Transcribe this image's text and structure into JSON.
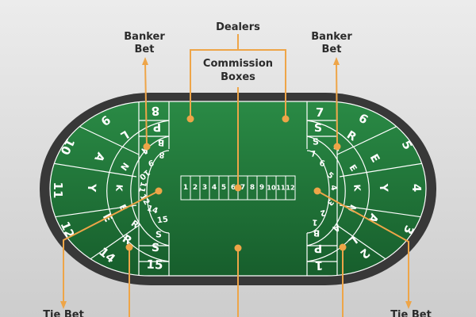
{
  "labels": {
    "dealers": "Dealers",
    "commission_line1": "Commission",
    "commission_line2": "Boxes",
    "banker_left_line1": "Banker",
    "banker_left_line2": "Bet",
    "banker_right_line1": "Banker",
    "banker_right_line2": "Bet",
    "tie_left": "Tie Bet",
    "tie_right": "Tie Bet"
  },
  "commission_boxes": [
    "1",
    "2",
    "3",
    "4",
    "5",
    "6",
    "7",
    "8",
    "9",
    "10",
    "11",
    "12"
  ],
  "left_outer": [
    "8",
    "9",
    "10",
    "11",
    "12",
    "14",
    "15"
  ],
  "left_player": [
    "P",
    "L",
    "A",
    "Y",
    "E",
    "R",
    "S"
  ],
  "left_banker": [
    "B",
    "A",
    "N",
    "K",
    "E",
    "R",
    "S"
  ],
  "left_inner": [
    "8",
    "9",
    "10",
    "11",
    "12",
    "14",
    "15"
  ],
  "right_outer": [
    "7",
    "6",
    "5",
    "4",
    "3",
    "2",
    "1"
  ],
  "right_player": [
    "S",
    "R",
    "E",
    "Y",
    "A",
    "L",
    "P"
  ],
  "right_banker": [
    "S",
    "R",
    "E",
    "K",
    "N",
    "A",
    "B"
  ],
  "right_inner": [
    "7",
    "6",
    "5",
    "4",
    "3",
    "2",
    "1"
  ],
  "colors": {
    "felt": "#1f7a3a",
    "rail": "#3a3a3a",
    "accent": "#eea548"
  }
}
